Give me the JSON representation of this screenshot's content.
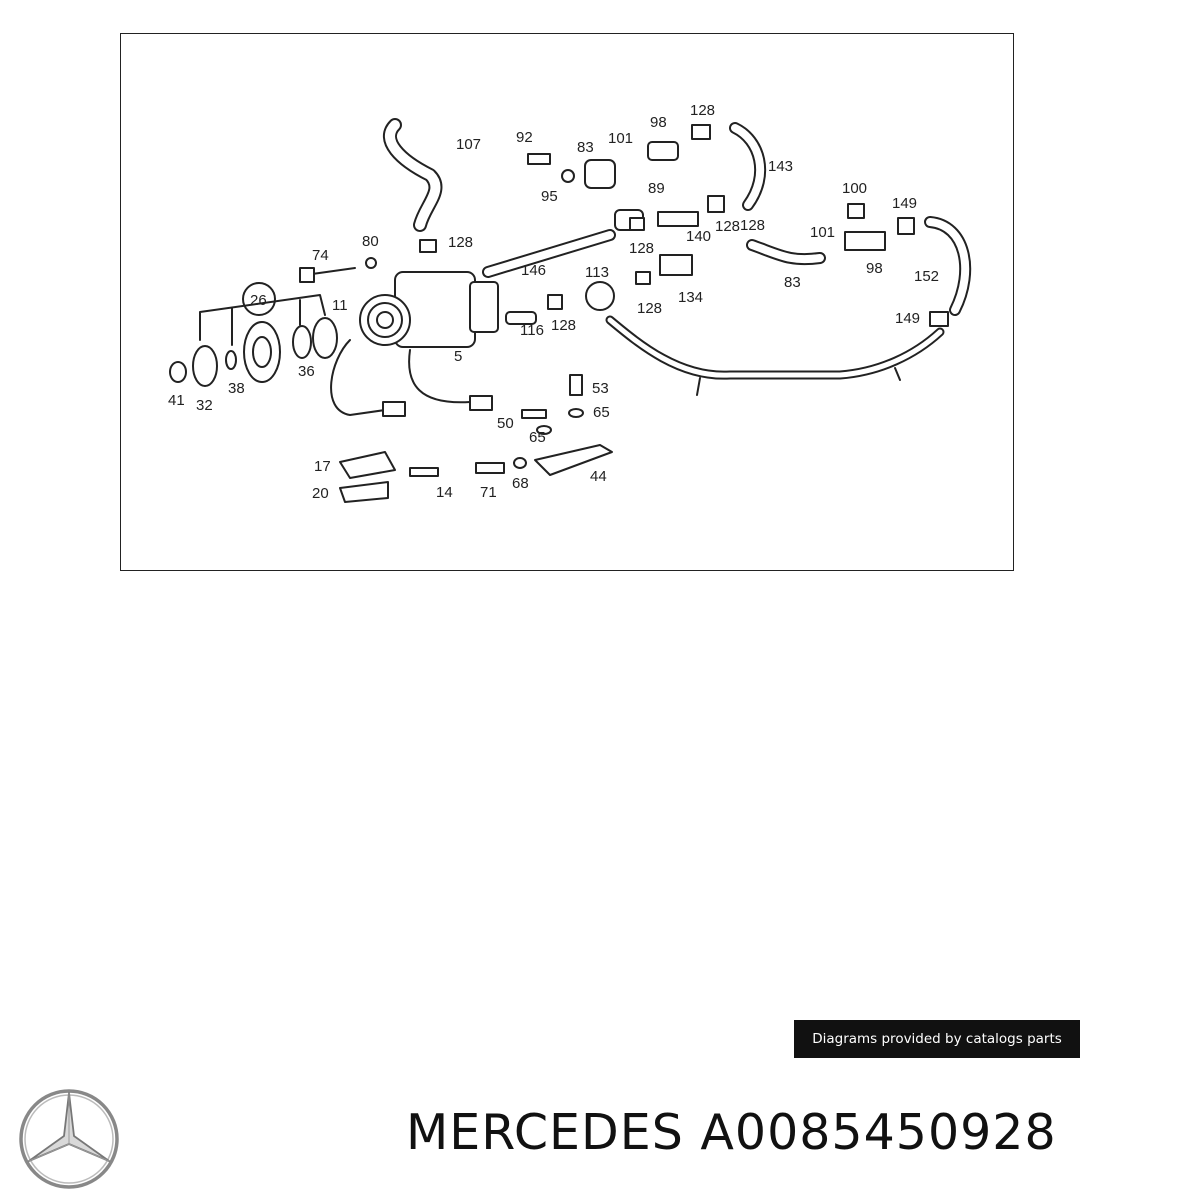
{
  "diagram": {
    "callouts": [
      "107",
      "92",
      "83",
      "101",
      "98",
      "128",
      "143",
      "95",
      "89",
      "128",
      "100",
      "149",
      "128",
      "128",
      "140",
      "128",
      "101",
      "74",
      "80",
      "146",
      "113",
      "134",
      "83",
      "152",
      "26",
      "11",
      "116",
      "128",
      "128",
      "98",
      "149",
      "5",
      "41",
      "32",
      "38",
      "36",
      "53",
      "65",
      "50",
      "65",
      "17",
      "20",
      "14",
      "71",
      "68",
      "44"
    ]
  },
  "caption": "Diagrams provided by catalogs parts",
  "brand": {
    "logo_icon": "mercedes-star-icon",
    "title": "MERCEDES A0085450928"
  }
}
